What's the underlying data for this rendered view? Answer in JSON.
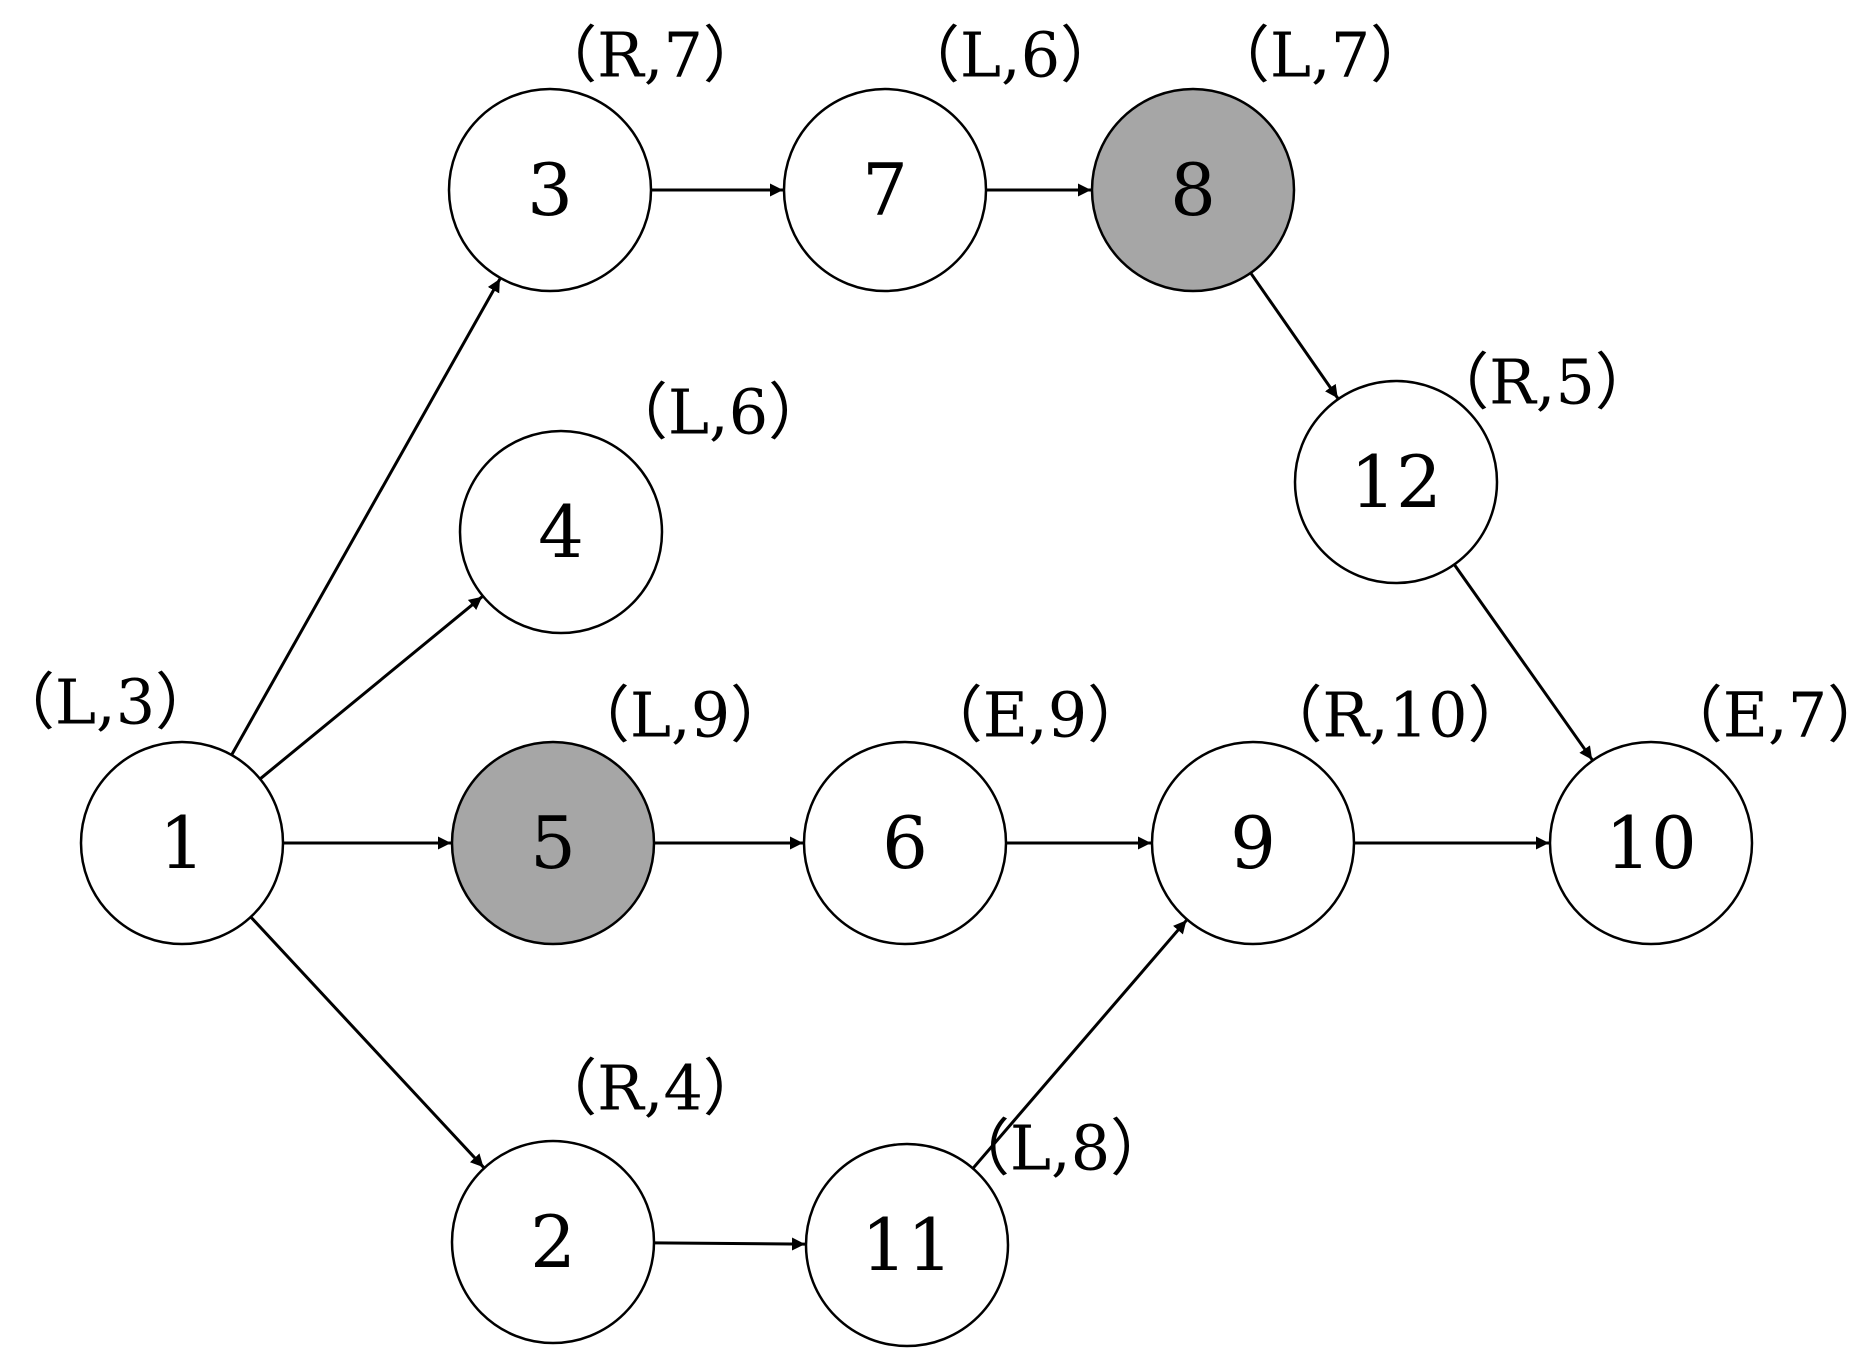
{
  "colors": {
    "highlight": "#a6a6a6",
    "default": "#ffffff",
    "stroke": "#000000"
  },
  "nodes": [
    {
      "id": "1",
      "label": "1",
      "annotation": "（L,3）",
      "highlighted": false
    },
    {
      "id": "2",
      "label": "2",
      "annotation": "（R,4）",
      "highlighted": false
    },
    {
      "id": "3",
      "label": "3",
      "annotation": "（R,7）",
      "highlighted": false
    },
    {
      "id": "4",
      "label": "4",
      "annotation": "（L,6）",
      "highlighted": false
    },
    {
      "id": "5",
      "label": "5",
      "annotation": "（L,9）",
      "highlighted": true
    },
    {
      "id": "6",
      "label": "6",
      "annotation": "（E,9）",
      "highlighted": false
    },
    {
      "id": "7",
      "label": "7",
      "annotation": "（L,6）",
      "highlighted": false
    },
    {
      "id": "8",
      "label": "8",
      "annotation": "（L,7）",
      "highlighted": true
    },
    {
      "id": "9",
      "label": "9",
      "annotation": "（R,10）",
      "highlighted": false
    },
    {
      "id": "10",
      "label": "10",
      "annotation": "（E,7）",
      "highlighted": false
    },
    {
      "id": "11",
      "label": "11",
      "annotation": "（L,8）",
      "highlighted": false
    },
    {
      "id": "12",
      "label": "12",
      "annotation": "（R,5）",
      "highlighted": false
    }
  ],
  "edges": [
    {
      "from": "1",
      "to": "3"
    },
    {
      "from": "1",
      "to": "4"
    },
    {
      "from": "1",
      "to": "5"
    },
    {
      "from": "1",
      "to": "2"
    },
    {
      "from": "3",
      "to": "7"
    },
    {
      "from": "7",
      "to": "8"
    },
    {
      "from": "8",
      "to": "12"
    },
    {
      "from": "12",
      "to": "10"
    },
    {
      "from": "5",
      "to": "6"
    },
    {
      "from": "6",
      "to": "9"
    },
    {
      "from": "9",
      "to": "10"
    },
    {
      "from": "2",
      "to": "11"
    },
    {
      "from": "11",
      "to": "9"
    }
  ]
}
